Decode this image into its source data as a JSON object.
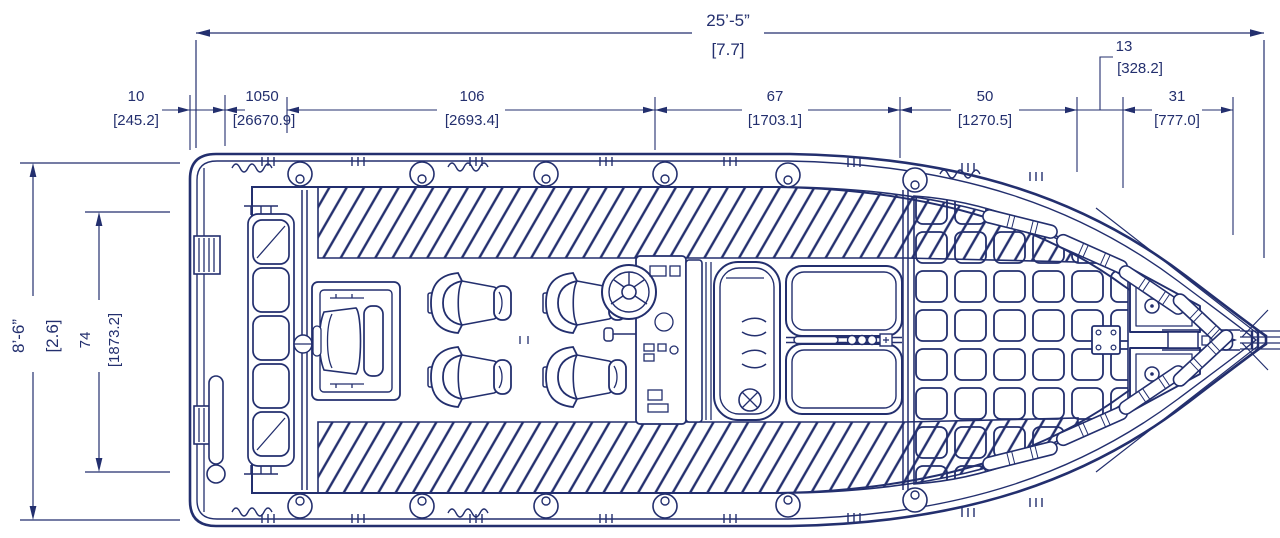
{
  "drawing": {
    "type": "boat-deck-plan-top-view",
    "line_color": "#232f6e",
    "background_color": "#ffffff",
    "dimensions": {
      "overall_length": {
        "primary": "25’-5”",
        "metric": "[7.7]"
      },
      "beam": {
        "primary": "8’-6”",
        "metric": "[2.6]"
      },
      "inner_beam": {
        "primary": "74",
        "metric": "[1873.2]"
      },
      "stations": [
        {
          "primary": "10",
          "metric": "[245.2]"
        },
        {
          "primary": "1050",
          "metric": "[26670.9]"
        },
        {
          "primary": "106",
          "metric": "[2693.4]"
        },
        {
          "primary": "67",
          "metric": "[1703.1]"
        },
        {
          "primary": "50",
          "metric": "[1270.5]"
        },
        {
          "primary": "13",
          "metric": "[328.2]"
        },
        {
          "primary": "31",
          "metric": "[777.0]"
        }
      ]
    }
  }
}
